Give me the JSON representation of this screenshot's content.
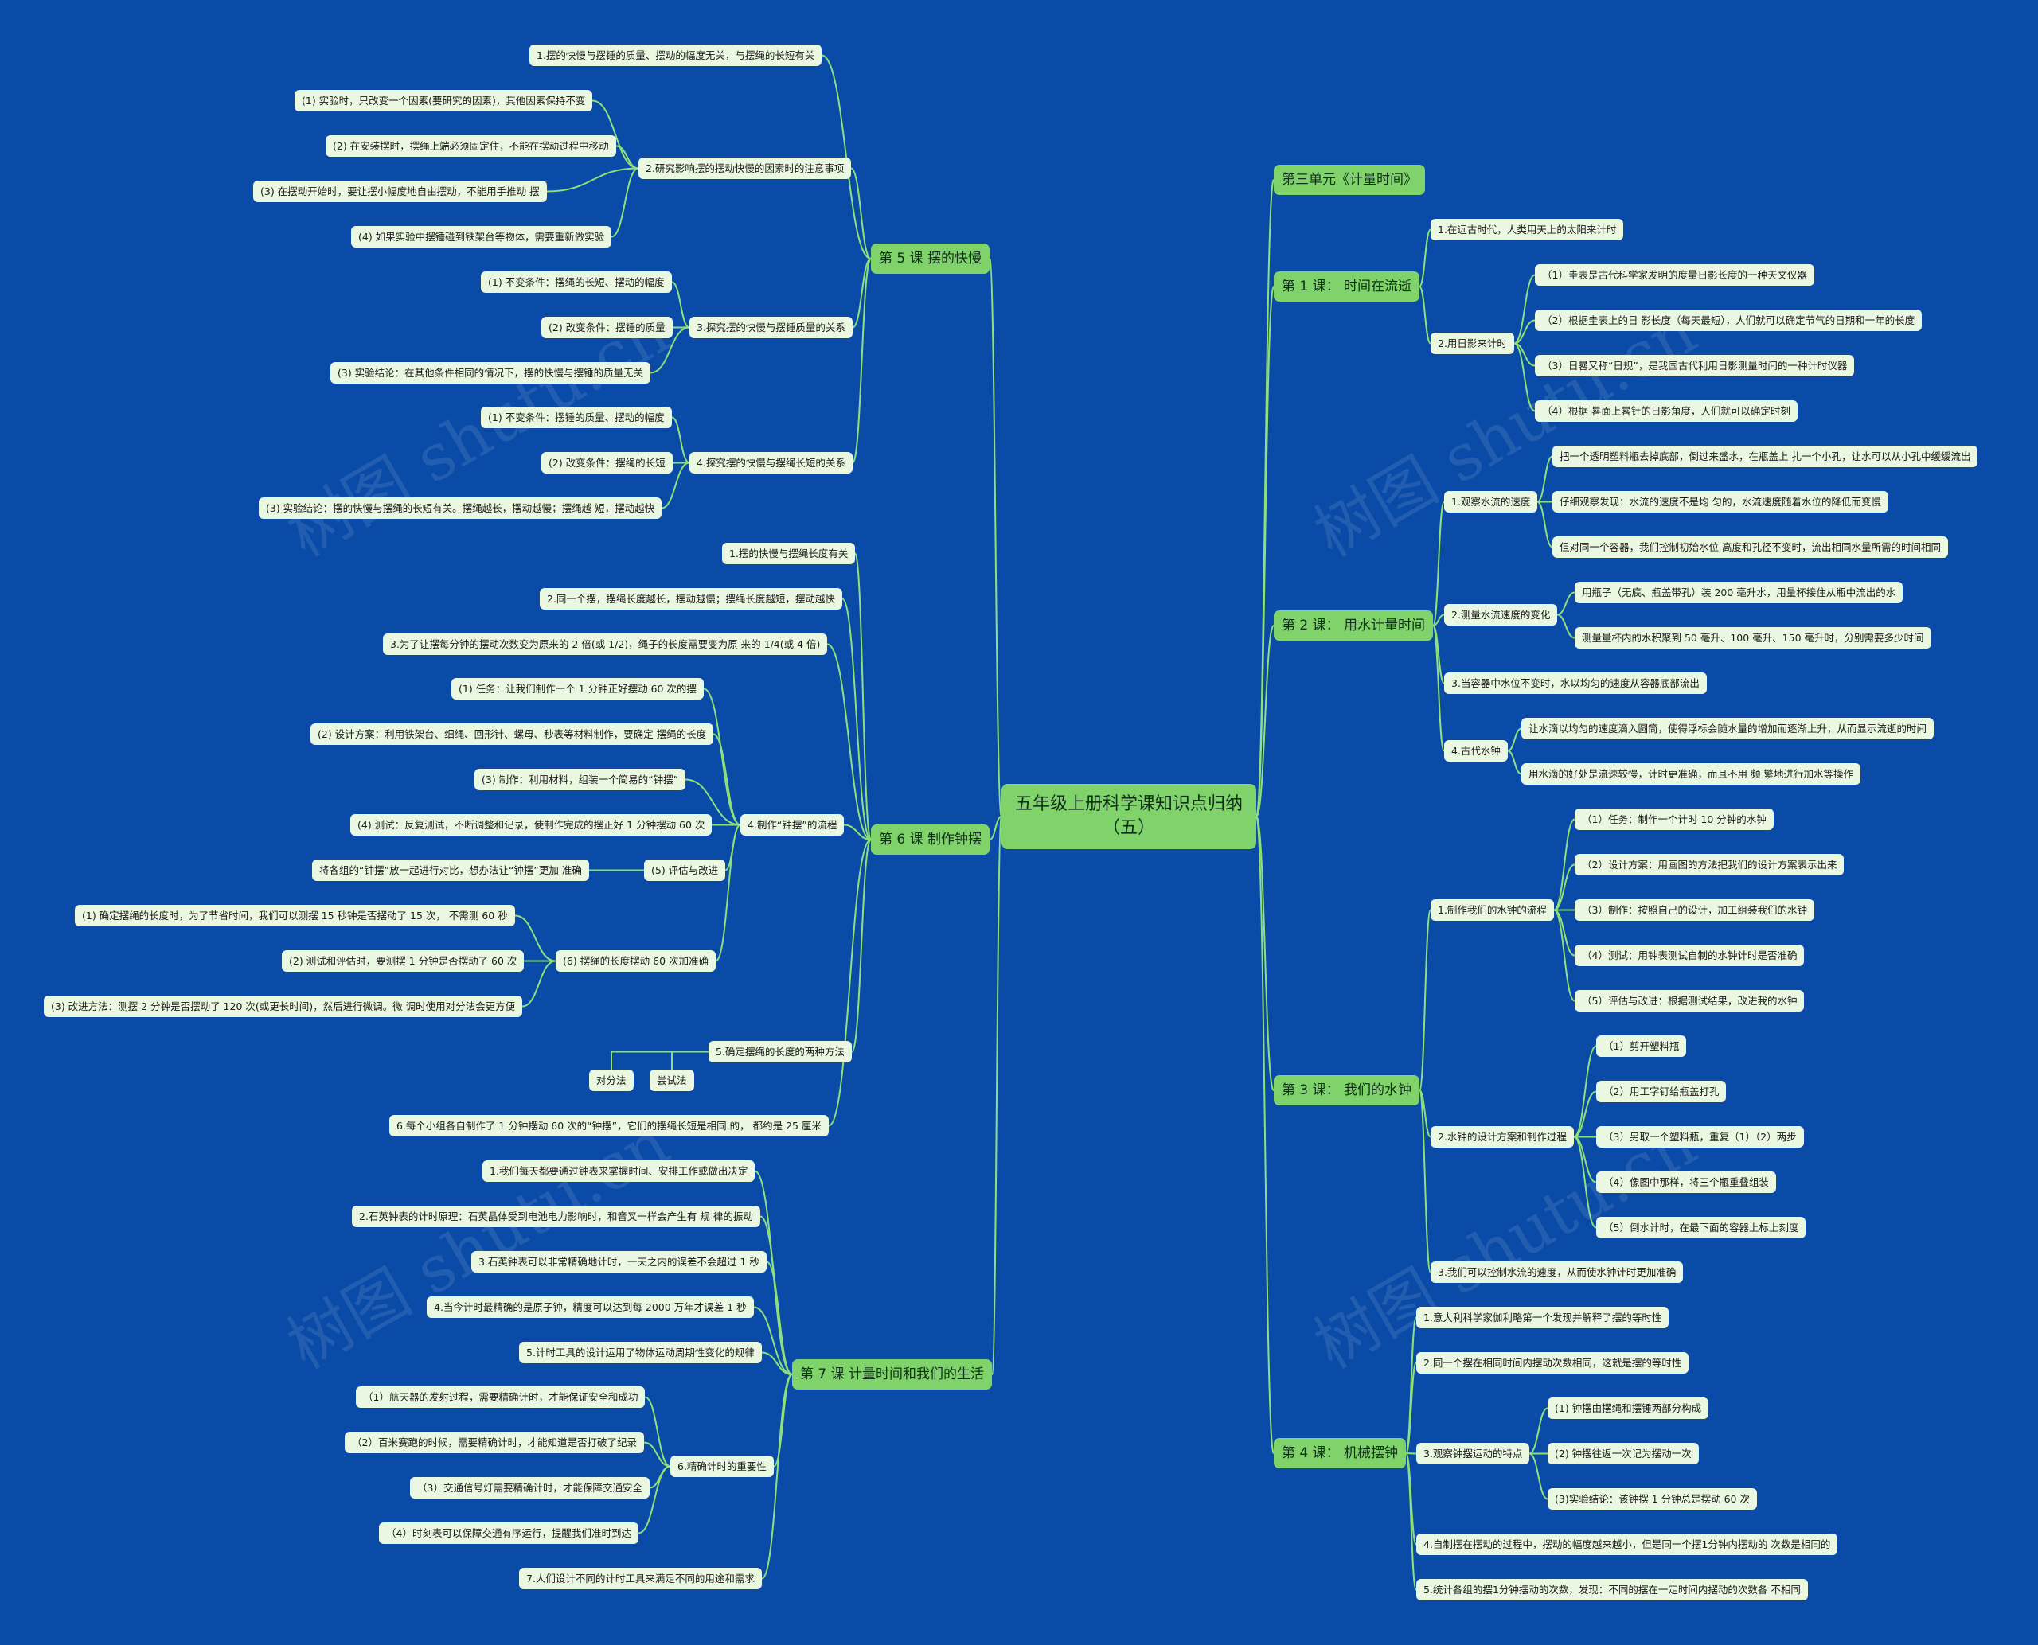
{
  "root": "五年级上册科学课知识点归纳（五）",
  "watermark": "树图 shutu.cn",
  "right": [
    {
      "label": "第三单元《计量时间》",
      "children": []
    },
    {
      "label": "第 1 课： 时间在流逝",
      "children": [
        {
          "label": "1.在远古时代，人类用天上的太阳来计时",
          "children": []
        },
        {
          "label": "2.用日影来计时",
          "children": [
            {
              "label": "（1）圭表是古代科学家发明的度量日影长度的一种天文仪器"
            },
            {
              "label": "（2）根据圭表上的日 影长度（每天最短），人们就可以确定节气的日期和一年的长度"
            },
            {
              "label": "（3）日晷又称“日规”，是我国古代利用日影测量时间的一种计时仪器"
            },
            {
              "label": "（4）根据 晷面上晷针的日影角度，人们就可以确定时刻"
            }
          ]
        }
      ]
    },
    {
      "label": "第 2 课： 用水计量时间",
      "children": [
        {
          "label": "1.观察水流的速度",
          "children": [
            {
              "label": "把一个透明塑料瓶去掉底部，倒过来盛水，在瓶盖上 扎一个小孔，让水可以从小孔中缓缓流出"
            },
            {
              "label": "仔细观察发现：水流的速度不是均 匀的，水流速度随着水位的降低而变慢"
            },
            {
              "label": "但对同一个容器，我们控制初始水位 高度和孔径不变时，流出相同水量所需的时间相同"
            }
          ]
        },
        {
          "label": "2.测量水流速度的变化",
          "children": [
            {
              "label": "用瓶子（无底、瓶盖带孔）装 200 毫升水，用量杯接住从瓶中流出的水"
            },
            {
              "label": "测量量杯内的水积聚到 50 毫升、100 毫升、150 毫升时，分别需要多少时间"
            }
          ]
        },
        {
          "label": "3.当容器中水位不变时，水以均匀的速度从容器底部流出",
          "children": []
        },
        {
          "label": "4.古代水钟",
          "children": [
            {
              "label": "让水滴以均匀的速度滴入圆筒，使得浮标会随水量的增加而逐渐上升，从而显示流逝的时间"
            },
            {
              "label": "用水滴的好处是流速较慢，计时更准确，而且不用 频 繁地进行加水等操作"
            }
          ]
        }
      ]
    },
    {
      "label": "第 3 课： 我们的水钟",
      "children": [
        {
          "label": "1.制作我们的水钟的流程",
          "children": [
            {
              "label": "（1）任务：制作一个计时 10 分钟的水钟"
            },
            {
              "label": "（2）设计方案：用画图的方法把我们的设计方案表示出来"
            },
            {
              "label": "（3）制作：按照自己的设计，加工组装我们的水钟"
            },
            {
              "label": "（4）测试：用钟表测试自制的水钟计时是否准确"
            },
            {
              "label": "（5）评估与改进：根据测试结果，改进我的水钟"
            }
          ]
        },
        {
          "label": "2.水钟的设计方案和制作过程",
          "children": [
            {
              "label": "（1）剪开塑料瓶"
            },
            {
              "label": "（2）用工字钉给瓶盖打孔"
            },
            {
              "label": "（3）另取一个塑料瓶，重复（1）（2）两步"
            },
            {
              "label": "（4）像图中那样，将三个瓶重叠组装"
            },
            {
              "label": "（5）倒水计时，在最下面的容器上标上刻度"
            }
          ]
        },
        {
          "label": "3.我们可以控制水流的速度，从而使水钟计时更加准确",
          "children": []
        }
      ]
    },
    {
      "label": "第 4 课： 机械摆钟",
      "children": [
        {
          "label": "1.意大利科学家伽利略第一个发现并解释了摆的等时性",
          "children": []
        },
        {
          "label": "2.同一个摆在相同时间内摆动次数相同，这就是摆的等时性",
          "children": []
        },
        {
          "label": "3.观察钟摆运动的特点",
          "children": [
            {
              "label": "(1) 钟摆由摆绳和摆锤两部分构成"
            },
            {
              "label": "(2) 钟摆往返一次记为摆动一次"
            },
            {
              "label": "(3)实验结论：该钟摆 1 分钟总是摆动 60 次"
            }
          ]
        },
        {
          "label": "4.自制摆在摆动的过程中，摆动的幅度越来越小，但是同一个摆1分钟内摆动的 次数是相同的",
          "children": []
        },
        {
          "label": "5.统计各组的摆1分钟摆动的次数，发现：不同的摆在一定时间内摆动的次数各 不相同",
          "children": []
        }
      ]
    }
  ],
  "left": [
    {
      "label": "第 5 课 摆的快慢",
      "children": [
        {
          "label": "1.摆的快慢与摆锤的质量、摆动的幅度无关，与摆绳的长短有关",
          "children": []
        },
        {
          "label": "2.研究影响摆的摆动快慢的因素时的注意事项",
          "children": [
            {
              "label": "(1) 实验时，只改变一个因素(要研究的因素)，其他因素保持不变"
            },
            {
              "label": "(2) 在安装摆时，摆绳上端必须固定住，不能在摆动过程中移动"
            },
            {
              "label": "(3) 在摆动开始时，要让摆小幅度地自由摆动，不能用手推动 摆"
            },
            {
              "label": "(4) 如果实验中摆锤碰到铁架台等物体，需要重新做实验"
            }
          ]
        },
        {
          "label": "3.探究摆的快慢与摆锤质量的关系",
          "children": [
            {
              "label": "(1) 不变条件：摆绳的长短、摆动的幅度"
            },
            {
              "label": "(2) 改变条件：摆锤的质量"
            },
            {
              "label": "(3) 实验结论：在其他条件相同的情况下，摆的快慢与摆锤的质量无关"
            }
          ]
        },
        {
          "label": "4.探究摆的快慢与摆绳长短的关系",
          "children": [
            {
              "label": "(1) 不变条件：摆锤的质量、摆动的幅度"
            },
            {
              "label": "(2) 改变条件：摆绳的长短"
            },
            {
              "label": "(3) 实验结论：摆的快慢与摆绳的长短有关。摆绳越长，摆动越慢；摆绳越 短，摆动越快"
            }
          ]
        }
      ]
    },
    {
      "label": "第 6 课 制作钟摆",
      "children": [
        {
          "label": "1.摆的快慢与摆绳长度有关",
          "children": []
        },
        {
          "label": "2.同一个摆，摆绳长度越长，摆动越慢；摆绳长度越短，摆动越快",
          "children": []
        },
        {
          "label": "3.为了让摆每分钟的摆动次数变为原来的 2 倍(或 1/2)，绳子的长度需要变为原 来的 1/4(或 4 倍)",
          "children": []
        },
        {
          "label": "4.制作“钟摆”的流程",
          "children": [
            {
              "label": "(1) 任务：让我们制作一个 1 分钟正好摆动 60 次的摆"
            },
            {
              "label": "(2) 设计方案：利用铁架台、细绳、回形针、螺母、秒表等材料制作，要确定 摆绳的长度"
            },
            {
              "label": "(3) 制作：利用材料，组装一个简易的“钟摆”"
            },
            {
              "label": "(4) 测试：反复测试，不断调整和记录，使制作完成的摆正好 1 分钟摆动 60 次"
            },
            {
              "label": "(5) 评估与改进",
              "sub": [
                "将各组的“钟摆”放一起进行对比，想办法让“钟摆”更加 准确"
              ]
            },
            {
              "label": "(6) 摆绳的长度摆动 60 次加准确",
              "sub": [
                "(1) 确定摆绳的长度时，为了节省时间，我们可以测摆 15 秒钟是否摆动了 15 次， 不需测 60 秒",
                "(2) 测试和评估时，要测摆 1 分钟是否摆动了 60 次",
                "(3) 改进方法：测摆 2 分钟是否摆动了 120 次(或更长时间)，然后进行微调。微 调时使用对分法会更方便"
              ]
            }
          ]
        },
        {
          "label": "5.确定摆绳的长度的两种方法",
          "children": [
            {
              "label": "对分法"
            },
            {
              "label": "尝试法"
            }
          ]
        },
        {
          "label": "6.每个小组各自制作了 1 分钟摆动 60 次的“钟摆”，它们的摆绳长短是相同 的， 都约是 25 厘米",
          "children": []
        }
      ]
    },
    {
      "label": "第 7 课 计量时间和我们的生活",
      "children": [
        {
          "label": "1.我们每天都要通过钟表来掌握时间、安排工作或做出决定",
          "children": []
        },
        {
          "label": "2.石英钟表的计时原理：石英晶体受到电池电力影响时，和音叉一样会产生有 规 律的振动",
          "children": []
        },
        {
          "label": "3.石英钟表可以非常精确地计时，一天之内的误差不会超过 1 秒",
          "children": []
        },
        {
          "label": "4.当今计时最精确的是原子钟，精度可以达到每 2000 万年才误差 1 秒",
          "children": []
        },
        {
          "label": "5.计时工具的设计运用了物体运动周期性变化的规律",
          "children": []
        },
        {
          "label": "6.精确计时的重要性",
          "children": [
            {
              "label": "（1）航天器的发射过程，需要精确计时，才能保证安全和成功"
            },
            {
              "label": "（2）百米赛跑的时候，需要精确计时，才能知道是否打破了纪录"
            },
            {
              "label": "（3）交通信号灯需要精确计时，才能保障交通安全"
            },
            {
              "label": "（4）时刻表可以保障交通有序运行，提醒我们准时到达"
            }
          ]
        },
        {
          "label": "7.人们设计不同的计时工具来满足不同的用途和需求",
          "children": []
        }
      ]
    }
  ]
}
